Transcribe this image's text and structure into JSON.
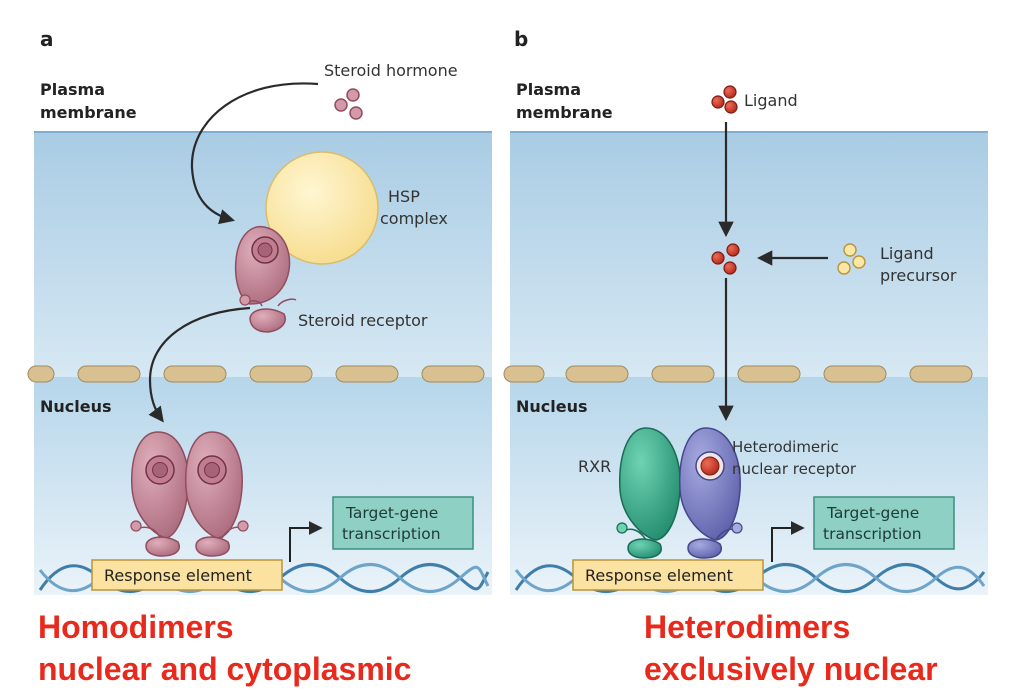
{
  "panel_a": {
    "letter": "a",
    "membrane_line1": "Plasma",
    "membrane_line2": "membrane",
    "hormone_label": "Steroid hormone",
    "hsp_line1": "HSP",
    "hsp_line2": "complex",
    "receptor_label": "Steroid receptor",
    "nucleus_label": "Nucleus",
    "target_line1": "Target-gene",
    "target_line2": "transcription",
    "response_label": "Response element"
  },
  "panel_b": {
    "letter": "b",
    "membrane_line1": "Plasma",
    "membrane_line2": "membrane",
    "ligand_label": "Ligand",
    "precursor_line1": "Ligand",
    "precursor_line2": "precursor",
    "nucleus_label": "Nucleus",
    "rxr_label": "RXR",
    "hetero_line1": "Heterodimeric",
    "hetero_line2": "nuclear receptor",
    "target_line1": "Target-gene",
    "target_line2": "transcription",
    "response_label": "Response element"
  },
  "captions": {
    "left_line1": "Homodimers",
    "left_line2": "nuclear and cytoplasmic",
    "right_line1": "Heterodimers",
    "right_line2": "exclusively nuclear"
  },
  "colors": {
    "caption": "#e8291c",
    "cytoplasm": "#c2dced",
    "receptor": "#c98a9b",
    "hsp": "#fbe7a4",
    "rxr": "#3dae90",
    "hetero": "#7c7fc2",
    "target_box": "#8fd0c4",
    "response_box": "#fbe2a0"
  }
}
